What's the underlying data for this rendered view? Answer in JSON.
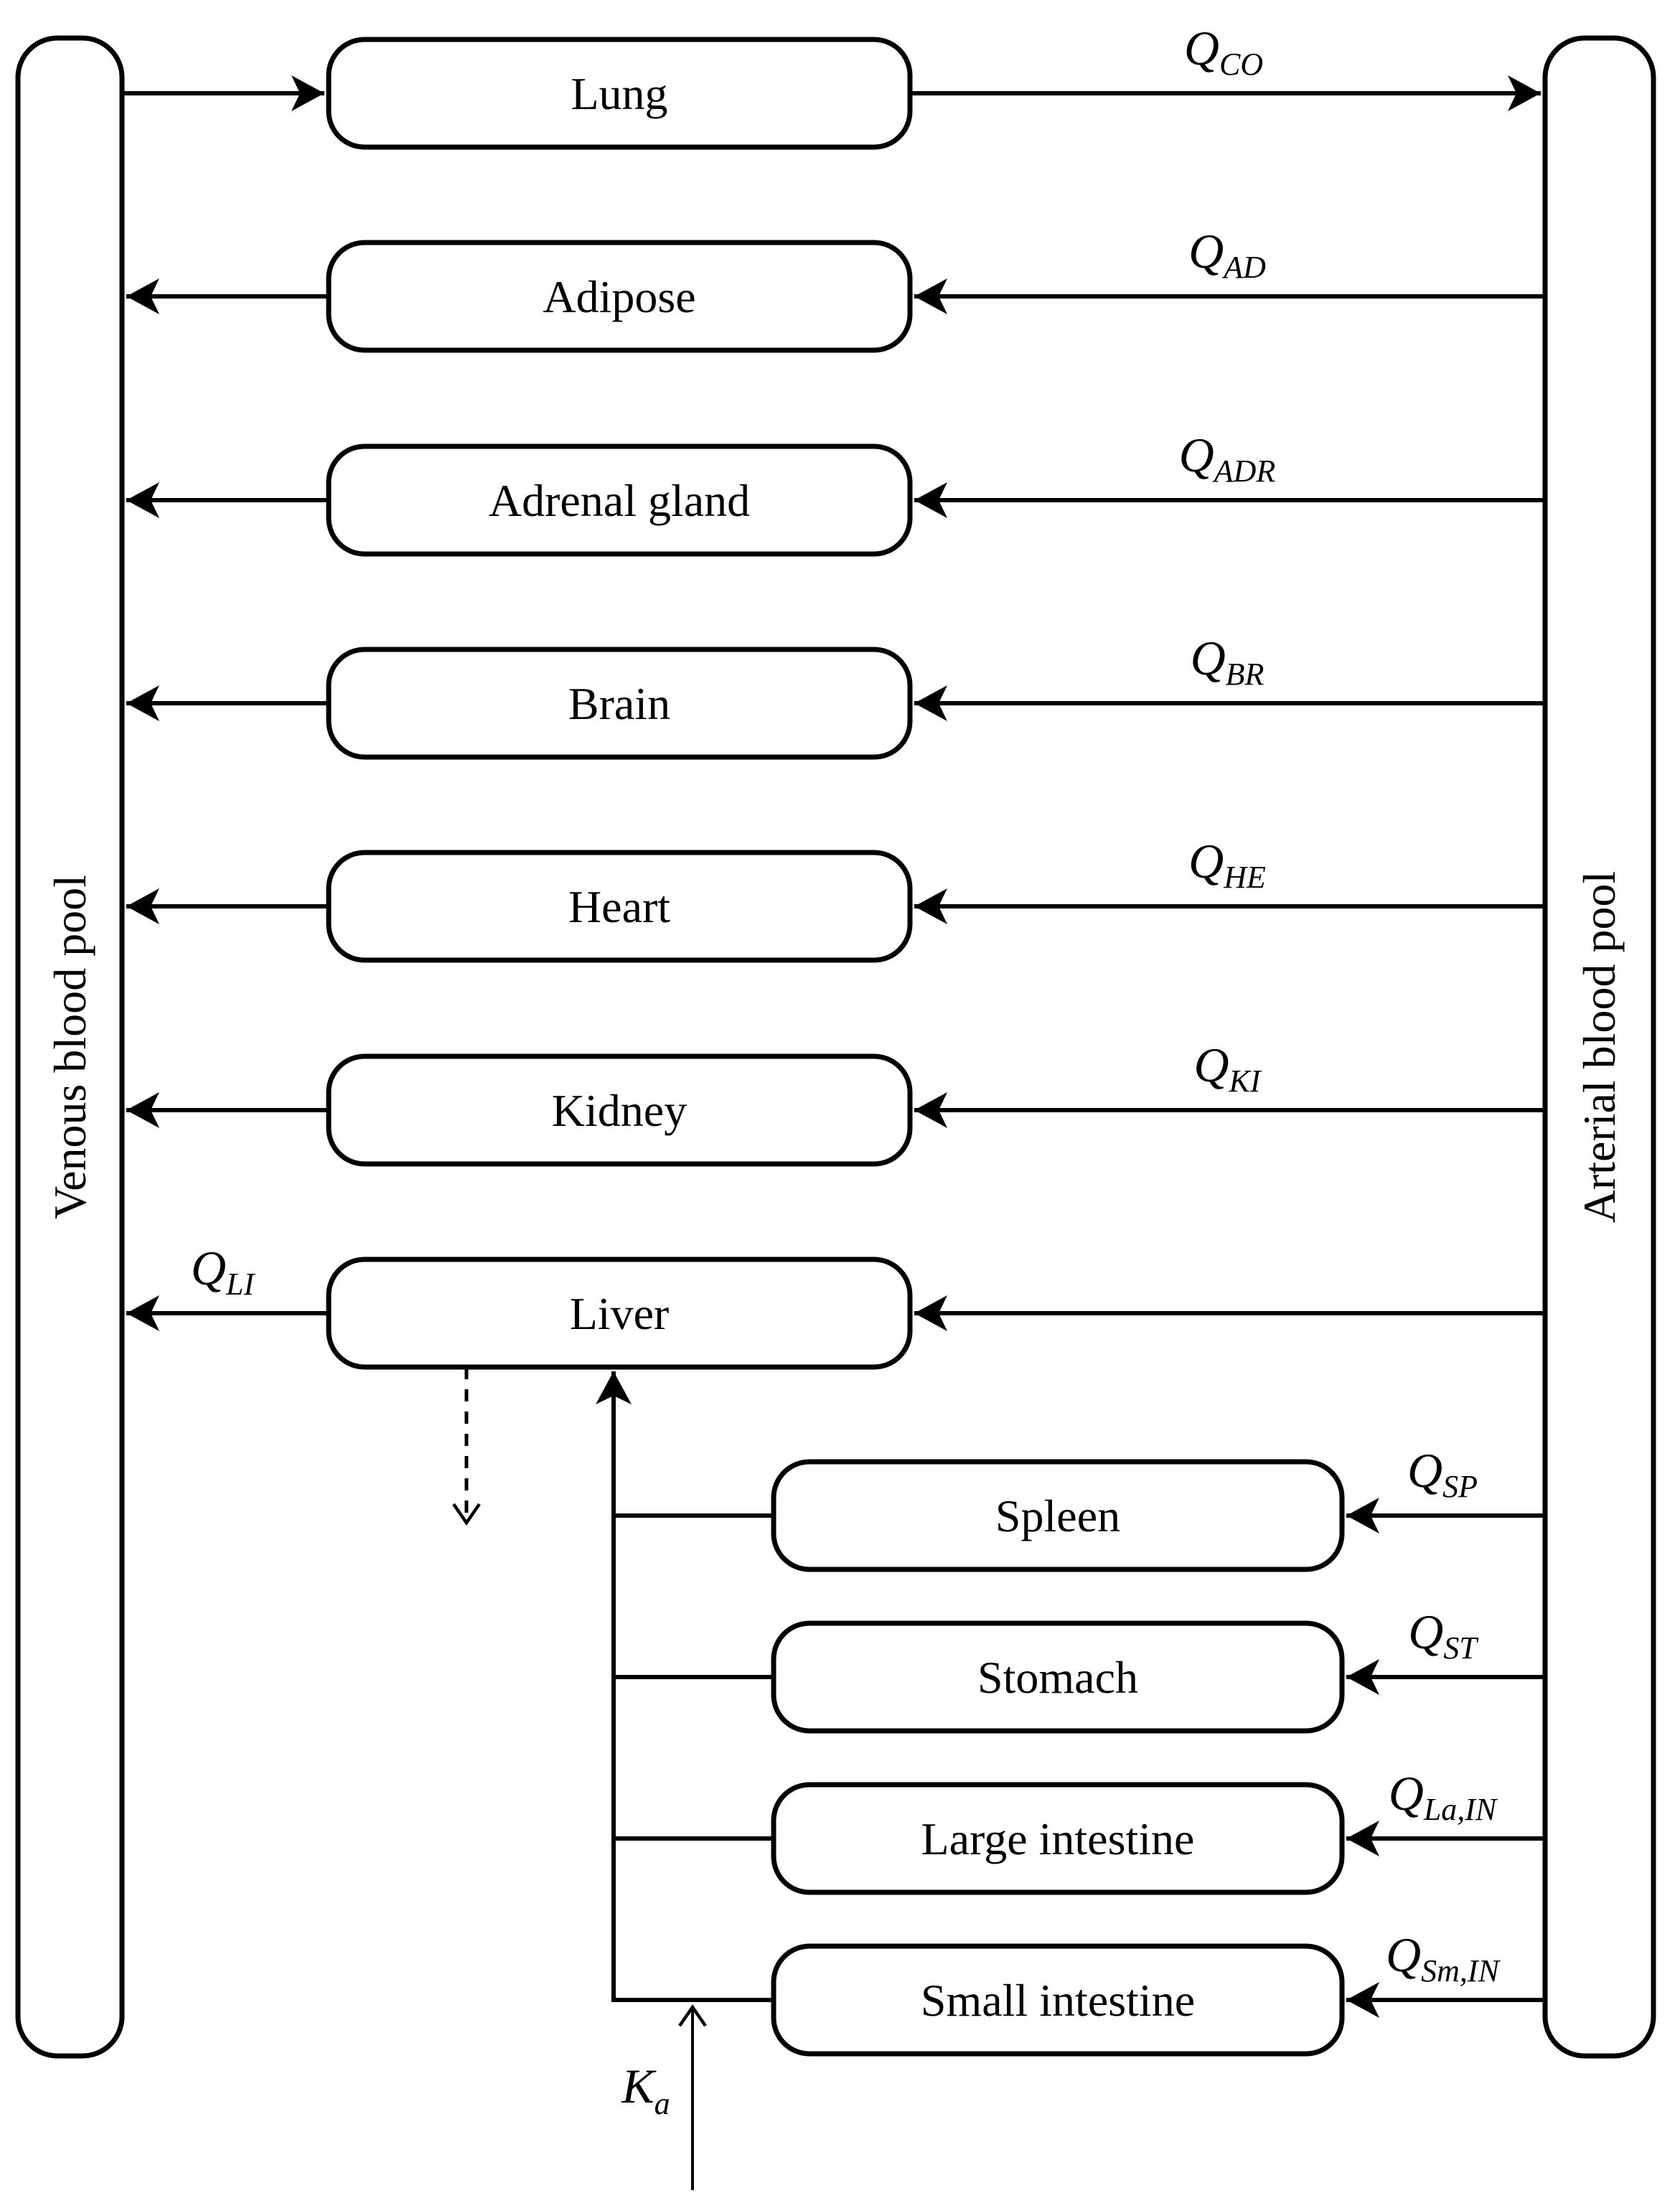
{
  "figure": {
    "background_color": "#ffffff",
    "line_color": "#000000"
  },
  "pools": {
    "venous": {
      "label": "Venous blood pool"
    },
    "arterial": {
      "label": "Arterial blood pool"
    }
  },
  "organs": [
    {
      "name": "Lung"
    },
    {
      "name": "Adipose"
    },
    {
      "name": "Adrenal gland"
    },
    {
      "name": "Brain"
    },
    {
      "name": "Heart"
    },
    {
      "name": "Kidney"
    },
    {
      "name": "Liver"
    },
    {
      "name": "Spleen"
    },
    {
      "name": "Stomach"
    },
    {
      "name": "Large intestine"
    },
    {
      "name": "Small intestine"
    }
  ],
  "flow_labels": {
    "co": {
      "symbol": "Q",
      "sub": "CO"
    },
    "ad": {
      "symbol": "Q",
      "sub": "AD"
    },
    "adr": {
      "symbol": "Q",
      "sub": "ADR"
    },
    "br": {
      "symbol": "Q",
      "sub": "BR"
    },
    "he": {
      "symbol": "Q",
      "sub": "HE"
    },
    "ki": {
      "symbol": "Q",
      "sub": "KI"
    },
    "li": {
      "symbol": "Q",
      "sub": "LI"
    },
    "sp": {
      "symbol": "Q",
      "sub": "SP"
    },
    "st": {
      "symbol": "Q",
      "sub": "ST"
    },
    "la_in": {
      "symbol": "Q",
      "sub": "La,IN"
    },
    "sm_in": {
      "symbol": "Q",
      "sub": "Sm,IN"
    },
    "ka": {
      "symbol": "K",
      "sub": "a"
    }
  }
}
